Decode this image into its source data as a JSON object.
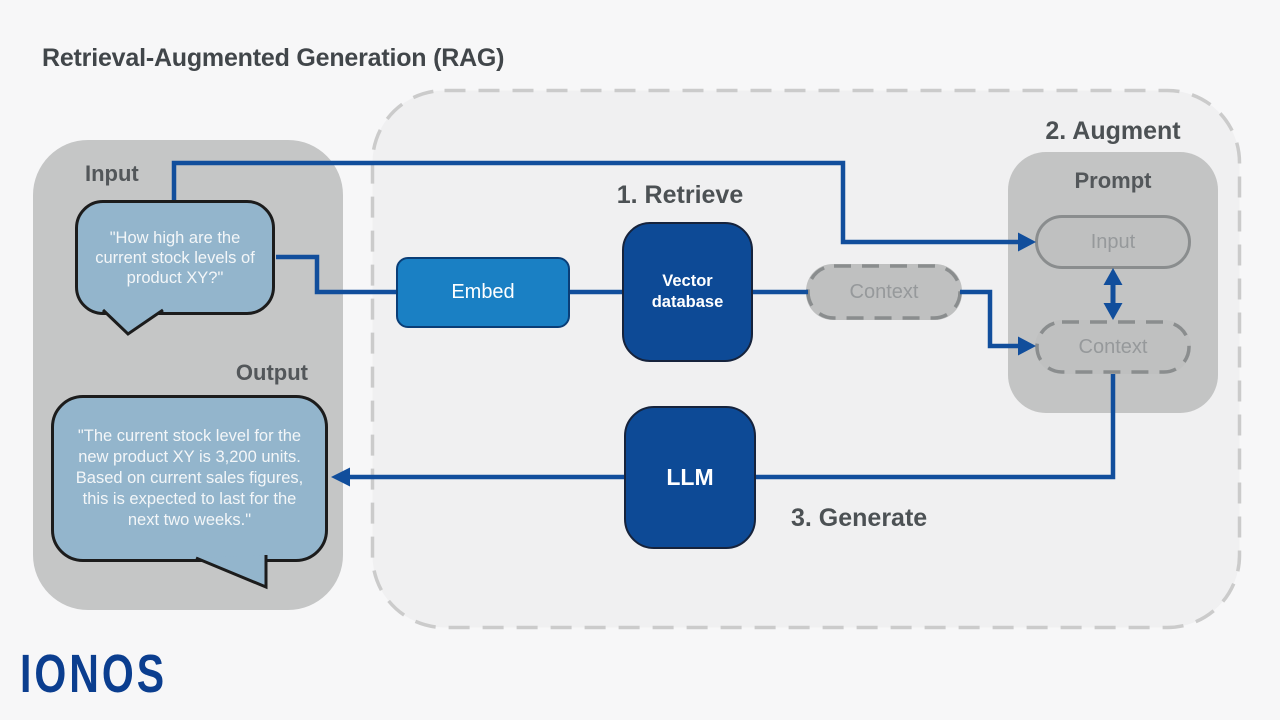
{
  "title": "Retrieval-Augmented Generation (RAG)",
  "logo": "IONOS",
  "left": {
    "input_label": "Input",
    "output_label": "Output",
    "input_bubble_lines": [
      "\"How high are the",
      "current stock levels of",
      "product XY?\""
    ],
    "output_bubble_lines": [
      "\"The current stock level for the",
      "new product XY is 3,200 units.",
      "Based on current sales figures,",
      "this is expected to last for the",
      "next two weeks.\""
    ]
  },
  "steps": {
    "retrieve": "1. Retrieve",
    "augment": "2. Augment",
    "generate": "3. Generate"
  },
  "nodes": {
    "embed": "Embed",
    "vector_database": "Vector database",
    "llm": "LLM",
    "context": "Context",
    "prompt_label": "Prompt",
    "prompt_input": "Input",
    "prompt_context": "Context"
  },
  "colors": {
    "connector_blue": "#114e9c",
    "dark_box_blue": "#0d4a96",
    "embed_blue": "#1a80c4",
    "bubble_blue": "#93b5cc",
    "panel_gray": "#c5c6c6",
    "pill_gray": "#bfc0c0",
    "dashed_border_gray": "#cbcbcb",
    "label_gray": "#4c5154",
    "logo_blue": "#0b3e8f",
    "background": "#f7f7f8"
  }
}
